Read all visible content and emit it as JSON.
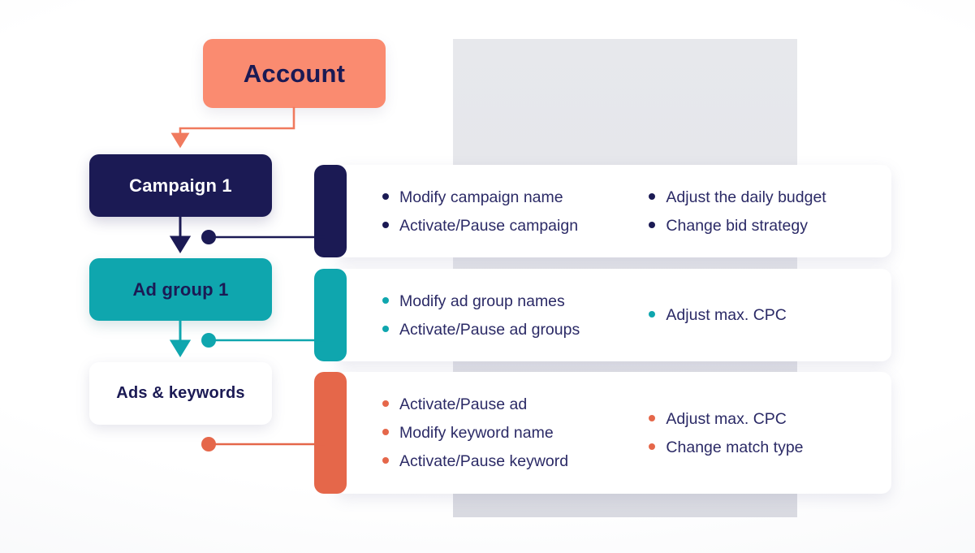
{
  "diagram": {
    "title_node": {
      "label": "Account"
    },
    "levels": [
      {
        "id": "campaign",
        "node_label": "Campaign 1",
        "accent": "#1b1a54",
        "columns": [
          {
            "items": [
              "Modify campaign name",
              "Activate/Pause campaign"
            ]
          },
          {
            "items": [
              "Adjust the daily budget",
              "Change bid strategy"
            ]
          }
        ]
      },
      {
        "id": "adgroup",
        "node_label": "Ad group 1",
        "accent": "#0fa6ae",
        "columns": [
          {
            "items": [
              "Modify ad group names",
              "Activate/Pause ad groups"
            ]
          },
          {
            "items": [
              "Adjust max. CPC"
            ]
          }
        ]
      },
      {
        "id": "ads",
        "node_label": "Ads & keywords",
        "accent": "#e5674a",
        "columns": [
          {
            "items": [
              "Activate/Pause ad",
              "Modify keyword name",
              "Activate/Pause keyword"
            ]
          },
          {
            "items": [
              "Adjust max. CPC",
              "Change match type"
            ]
          }
        ]
      }
    ],
    "colors": {
      "coral": "#fa8b70",
      "coral_dark": "#e5674a",
      "navy": "#1b1a54",
      "teal": "#0fa6ae",
      "text": "#2b2a66",
      "backdrop": "#e4e5ea",
      "panel_bg": "#ffffff"
    }
  }
}
